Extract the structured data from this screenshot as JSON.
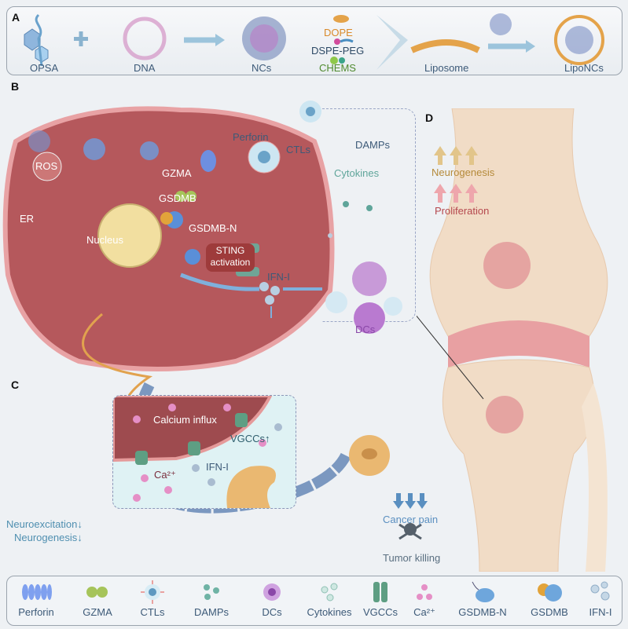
{
  "panels": {
    "a": "A",
    "b": "B",
    "c": "C",
    "d": "D"
  },
  "panel_a": {
    "opsa": "OPSA",
    "dna": "DNA",
    "ncs": "NCs",
    "dope": "DOPE",
    "dspe_peg": "DSPE-PEG",
    "chems": "CHEMS",
    "liposome": "Liposome",
    "liponcs": "LipoNCs"
  },
  "panel_b": {
    "perforin": "Perforin",
    "gzma": "GZMA",
    "ctls": "CTLs",
    "damps": "DAMPs",
    "gsdmb": "GSDMB",
    "cytokines": "Cytokines",
    "gsdmb_n": "GSDMB-N",
    "ros": "ROS",
    "er": "ER",
    "nucleus": "Nucleus",
    "sting": "STING activation",
    "ifn": "IFN-I",
    "dcs": "DCs"
  },
  "panel_c": {
    "calcium_influx": "Calcium influx",
    "vgccs": "VGCCs↑",
    "ifn": "IFN-I",
    "ca": "Ca²⁺",
    "neuroexcitation": "Neuroexcitation↓",
    "neurogenesis": "Neurogenesis↓"
  },
  "panel_d": {
    "neurogenesis": "Neurogenesis",
    "proliferation": "Proliferation",
    "cancer_pain": "Cancer pain",
    "tumor_killing": "Tumor killing"
  },
  "legend": [
    {
      "label": "Perforin",
      "icon": "perforin-icon"
    },
    {
      "label": "GZMA",
      "icon": "gzma-icon"
    },
    {
      "label": "CTLs",
      "icon": "ctl-icon"
    },
    {
      "label": "DAMPs",
      "icon": "damps-icon"
    },
    {
      "label": "DCs",
      "icon": "dc-icon"
    },
    {
      "label": "Cytokines",
      "icon": "cytokines-icon"
    },
    {
      "label": "VGCCs",
      "icon": "vgcc-icon"
    },
    {
      "label": "Ca²⁺",
      "icon": "calcium-icon"
    },
    {
      "label": "GSDMB-N",
      "icon": "gsdmb-n-icon"
    },
    {
      "label": "GSDMB",
      "icon": "gsdmb-icon"
    },
    {
      "label": "IFN-I",
      "icon": "ifn-icon"
    }
  ],
  "colors": {
    "dope": "#d98a2b",
    "dspe": "#2e4a66",
    "chems": "#4f8a2e",
    "neuro_up": "#b58a3a",
    "prolif": "#b5484e",
    "dcs": "#8a47a8",
    "cytokine": "#5fa59a"
  }
}
